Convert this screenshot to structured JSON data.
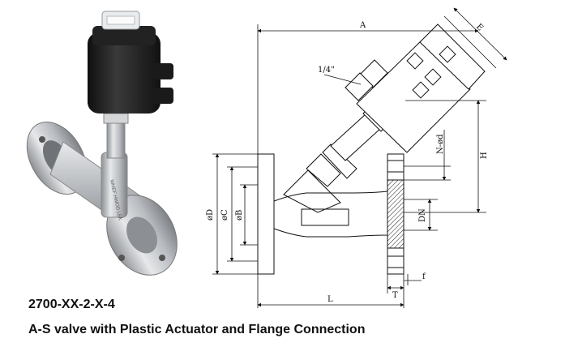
{
  "product": {
    "model": "2700-XX-2-X-4",
    "description": "A-S valve with Plastic Actuator and Flange Connection",
    "body_marking": "WHEF HWOD LEK"
  },
  "drawing": {
    "labels": {
      "A": "A",
      "E": "E",
      "H": "H",
      "port": "1/4\"",
      "bolt_holes": "N-ød",
      "D": "øD",
      "C": "øC",
      "B": "øB",
      "DN": "DN",
      "f": "f",
      "T": "T",
      "L": "L"
    }
  },
  "colors": {
    "actuator": "#1c1c1c",
    "steel": "#c9cbce",
    "hatch": "#222222"
  }
}
